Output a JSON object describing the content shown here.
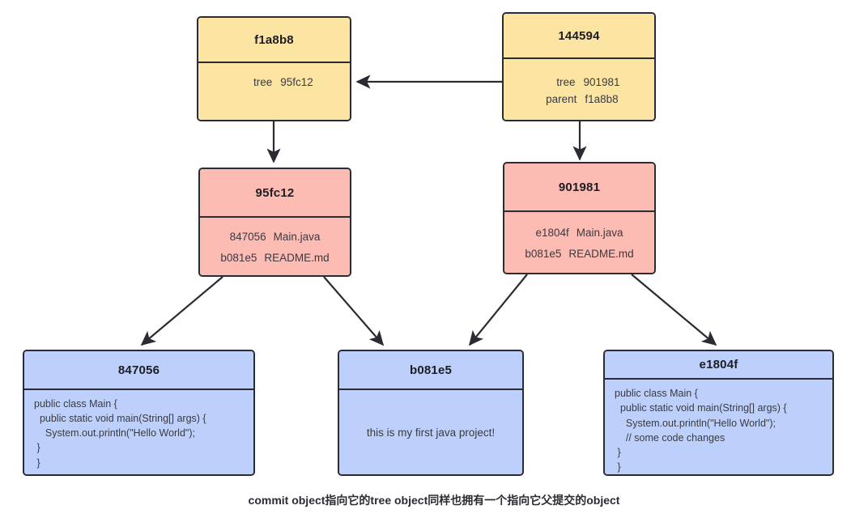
{
  "diagram": {
    "caption": "commit object指向它的tree object同样也拥有一个指向它父提交的object",
    "colors": {
      "commit_fill": "#fce5a3",
      "tree_fill": "#fcbcb4",
      "blob_fill": "#bdd0fb",
      "stroke": "#2b2b33",
      "text": "#3a3a40"
    },
    "commits": [
      {
        "id": "f1a8b8",
        "fields": [
          {
            "key": "tree",
            "value": "95fc12"
          }
        ]
      },
      {
        "id": "144594",
        "fields": [
          {
            "key": "tree",
            "value": "901981"
          },
          {
            "key": "parent",
            "value": "f1a8b8"
          }
        ]
      }
    ],
    "trees": [
      {
        "id": "95fc12",
        "entries": [
          {
            "hash": "847056",
            "name": "Main.java"
          },
          {
            "hash": "b081e5",
            "name": "README.md"
          }
        ]
      },
      {
        "id": "901981",
        "entries": [
          {
            "hash": "e1804f",
            "name": "Main.java"
          },
          {
            "hash": "b081e5",
            "name": "README.md"
          }
        ]
      }
    ],
    "blobs": [
      {
        "id": "847056",
        "content": "public class Main {\n  public static void main(String[] args) {\n    System.out.println(\"Hello World\");\n }\n }"
      },
      {
        "id": "b081e5",
        "content": "this is my first java project!"
      },
      {
        "id": "e1804f",
        "content": "public class Main {\n  public static void main(String[] args) {\n    System.out.println(\"Hello World\");\n    // some code changes\n }\n }"
      }
    ],
    "edges": [
      {
        "from": "144594",
        "to": "f1a8b8",
        "label": "parent-pointer"
      },
      {
        "from": "f1a8b8",
        "to": "95fc12",
        "label": "tree-pointer"
      },
      {
        "from": "144594",
        "to": "901981",
        "label": "tree-pointer"
      },
      {
        "from": "95fc12",
        "to": "847056",
        "label": "blob-pointer"
      },
      {
        "from": "95fc12",
        "to": "b081e5",
        "label": "blob-pointer"
      },
      {
        "from": "901981",
        "to": "b081e5",
        "label": "blob-pointer"
      },
      {
        "from": "901981",
        "to": "e1804f",
        "label": "blob-pointer"
      }
    ]
  }
}
